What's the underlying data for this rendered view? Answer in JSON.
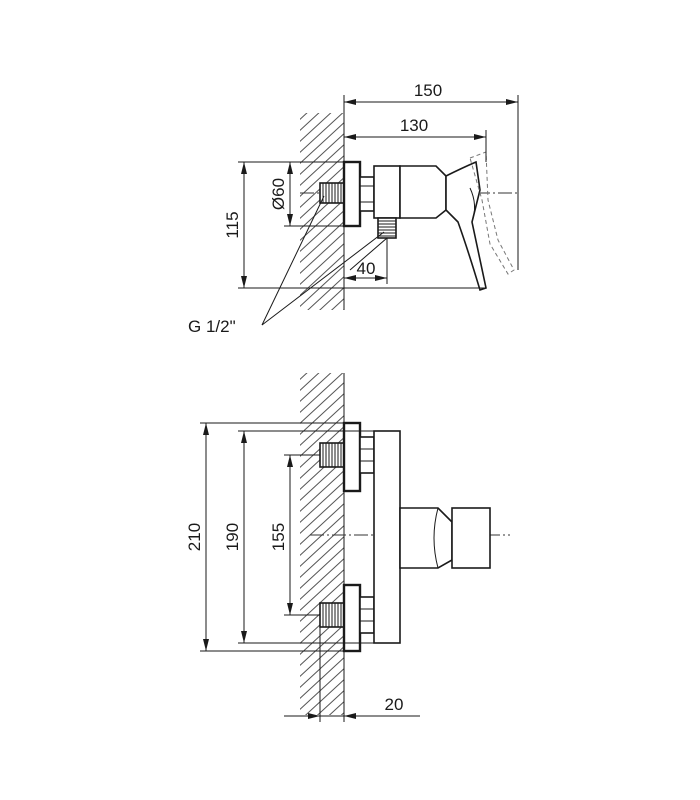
{
  "top_view": {
    "dim_total_depth": "150",
    "dim_body_depth": "130",
    "dim_height": "115",
    "dim_diameter": "Ø60",
    "dim_outlet": "40",
    "thread_label": "G 1/2\""
  },
  "front_view": {
    "dim_total_height": "210",
    "dim_plate_height": "190",
    "dim_inlet_spacing": "155",
    "dim_offset": "20"
  },
  "colors": {
    "line": "#1a1a1a",
    "hatch": "#555555"
  }
}
